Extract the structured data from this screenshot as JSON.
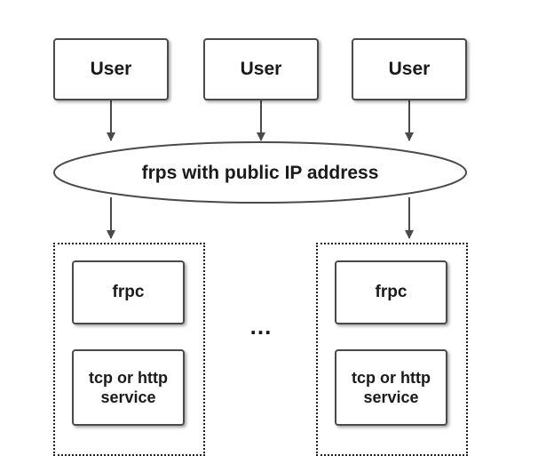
{
  "users": [
    {
      "label": "User"
    },
    {
      "label": "User"
    },
    {
      "label": "User"
    }
  ],
  "server": {
    "label": "frps with public IP address"
  },
  "clients": [
    {
      "frpc_label": "frpc",
      "service_label": "tcp or http\nservice"
    },
    {
      "frpc_label": "frpc",
      "service_label": "tcp or http\nservice"
    }
  ],
  "ellipsis": "...",
  "colors": {
    "stroke": "#4a4a4a",
    "text": "#1a1a1a",
    "background": "#ffffff"
  }
}
